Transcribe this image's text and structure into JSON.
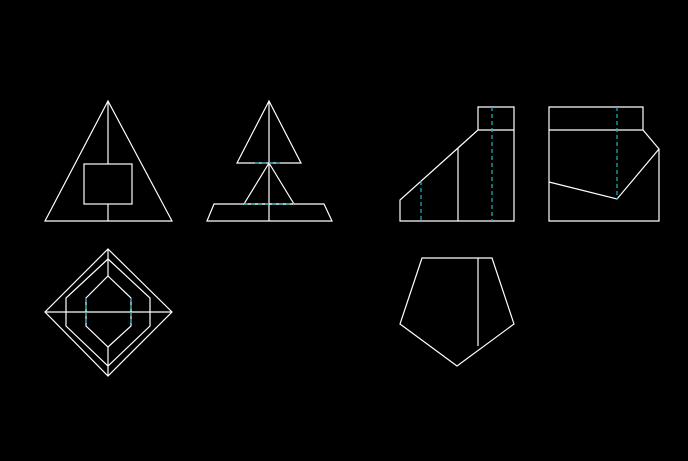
{
  "colors": {
    "background": "#000000",
    "visible_edge": "#ffffff",
    "hidden_edge": "#1fb7c2"
  },
  "views": [
    {
      "name": "view-1",
      "line_types": [
        "visible",
        "hidden"
      ]
    },
    {
      "name": "view-2",
      "line_types": [
        "visible",
        "hidden"
      ]
    },
    {
      "name": "view-3",
      "line_types": [
        "visible",
        "hidden"
      ]
    },
    {
      "name": "view-4",
      "line_types": [
        "visible",
        "hidden"
      ]
    },
    {
      "name": "view-5",
      "line_types": [
        "visible",
        "hidden"
      ]
    },
    {
      "name": "view-6",
      "line_types": [
        "visible"
      ]
    }
  ]
}
